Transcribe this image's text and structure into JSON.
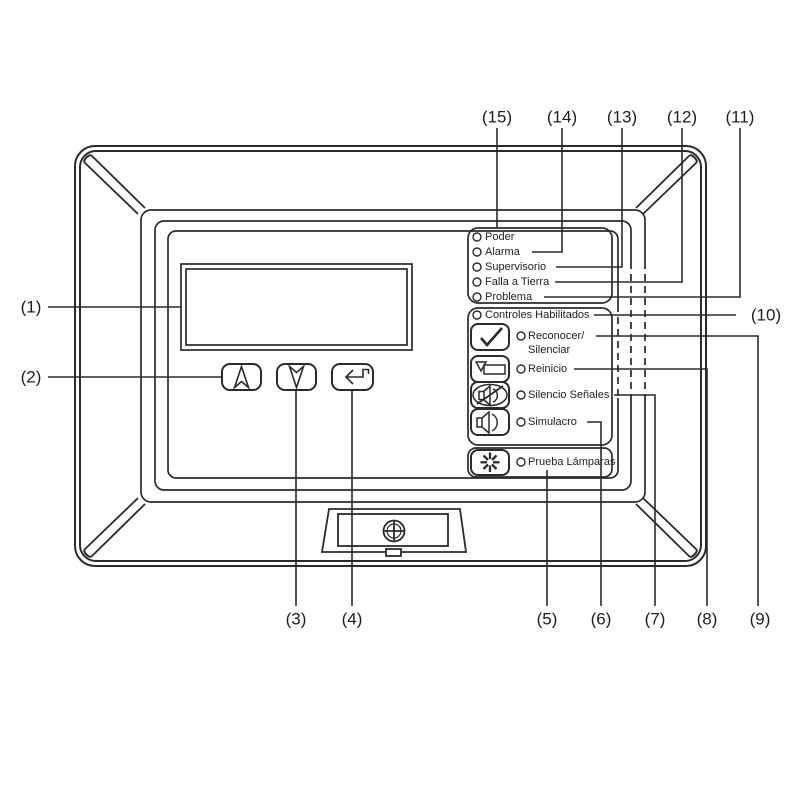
{
  "figure": {
    "description": "Fire alarm control panel operator interface diagram with numbered callouts"
  },
  "callouts": {
    "c1": "(1)",
    "c2": "(2)",
    "c3": "(3)",
    "c4": "(4)",
    "c5": "(5)",
    "c6": "(6)",
    "c7": "(7)",
    "c8": "(8)",
    "c9": "(9)",
    "c10": "(10)",
    "c11": "(11)",
    "c12": "(12)",
    "c13": "(13)",
    "c14": "(14)",
    "c15": "(15)"
  },
  "leds": {
    "power": "Poder",
    "alarm": "Alarma",
    "supervisory": "Supervisorio",
    "ground_fault": "Falla a Tierra",
    "trouble": "Problema"
  },
  "controls": {
    "enabled": "Controles Habilitados",
    "ack_line1": "Reconocer/",
    "ack_line2": "Silenciar",
    "reset": "Reinicio",
    "signal_silence": "Silencio Señales",
    "drill": "Simulacro",
    "lamp_test": "Prueba Lámparas"
  },
  "icons": {
    "ack": "check-icon",
    "reset": "reset-arrow-icon",
    "signal_silence": "speaker-muted-icon",
    "drill": "speaker-icon",
    "lamp_test": "lamp-burst-icon",
    "nav_up": "arrow-up-icon",
    "nav_down": "arrow-down-icon",
    "nav_enter": "enter-return-icon",
    "latch": "screw-latch-icon"
  },
  "colors": {
    "line": "#2b2b2b",
    "text": "#1f1f1f",
    "background": "#ffffff"
  }
}
